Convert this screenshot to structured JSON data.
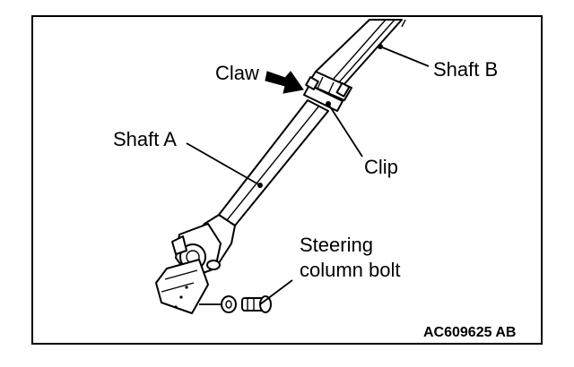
{
  "labels": {
    "claw": "Claw",
    "shaft_b": "Shaft B",
    "shaft_a": "Shaft A",
    "clip": "Clip",
    "steering_bolt_line1": "Steering",
    "steering_bolt_line2": "column bolt"
  },
  "figure_code": "AC609625 AB",
  "icons": {
    "arrow": "claw-direction-arrow"
  }
}
